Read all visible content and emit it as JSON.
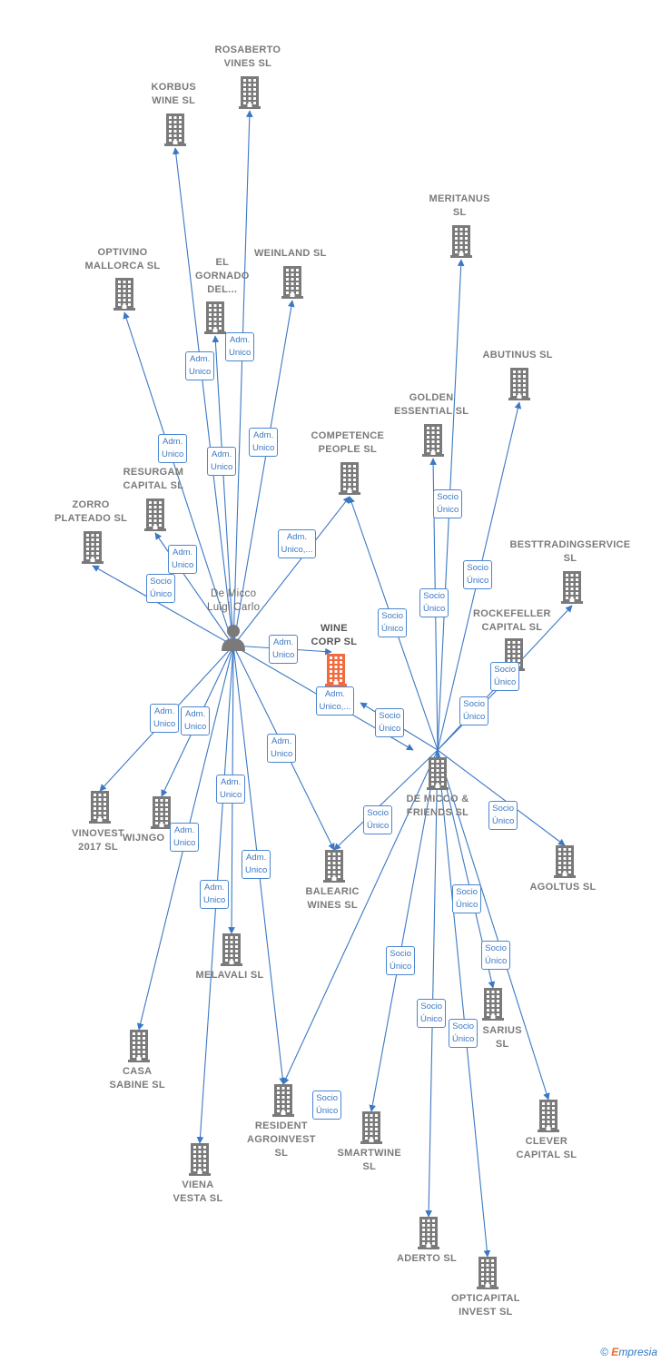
{
  "colors": {
    "edge": "#3b78c4",
    "building": "#7a7a7a",
    "center_building": "#f26a3d",
    "label": "#7a7a7a",
    "tag_border": "#4a86d0"
  },
  "person": {
    "name_line1": "De Micco",
    "name_line2": "Luigi Carlo"
  },
  "center": {
    "line1": "WINE",
    "line2": "CORP SL"
  },
  "companies": {
    "rosaberto": [
      "ROSABERTO",
      "VINES SL"
    ],
    "korbus": [
      "KORBUS",
      "WINE SL"
    ],
    "meritanus": [
      "MERITANUS",
      "SL"
    ],
    "optivino": [
      "OPTIVINO",
      "MALLORCA SL"
    ],
    "elgornado": [
      "EL",
      "GORNADO",
      "DEL..."
    ],
    "weinland": [
      "WEINLAND SL"
    ],
    "abutinus": [
      "ABUTINUS SL"
    ],
    "golden": [
      "GOLDEN",
      "ESSENTIAL SL"
    ],
    "competence": [
      "COMPETENCE",
      "PEOPLE SL"
    ],
    "resurgam": [
      "RESURGAM",
      "CAPITAL SL"
    ],
    "zorro": [
      "ZORRO",
      "PLATEADO SL"
    ],
    "besttrading": [
      "BESTTRADINGSERVICE",
      "SL"
    ],
    "rockefeller": [
      "ROCKEFELLER",
      "CAPITAL SL"
    ],
    "demicco": [
      "DE MICCO &",
      "FRIENDS SL"
    ],
    "vinovest": [
      "VINOVEST",
      "2017 SL"
    ],
    "wijngo": [
      "WIJNGO"
    ],
    "balearic": [
      "BALEARIC",
      "WINES SL"
    ],
    "agoltus": [
      "AGOLTUS SL"
    ],
    "melavali": [
      "MELAVALI SL"
    ],
    "sarius": [
      "SARIUS",
      "SL"
    ],
    "casa": [
      "CASA",
      "SABINE SL"
    ],
    "clever": [
      "CLEVER",
      "CAPITAL SL"
    ],
    "resident": [
      "RESIDENT",
      "AGROINVEST",
      "SL"
    ],
    "smartwine": [
      "SMARTWINE",
      "SL"
    ],
    "viena": [
      "VIENA",
      "VESTA SL"
    ],
    "aderto": [
      "ADERTO SL"
    ],
    "opticapital": [
      "OPTICAPITAL",
      "INVEST SL"
    ]
  },
  "tags": {
    "adm_unico": [
      "Adm.",
      "Unico"
    ],
    "adm_unico_ellipsis": [
      "Adm.",
      "Unico,..."
    ],
    "socio_unico": [
      "Socio",
      "Único"
    ]
  },
  "footer": {
    "copyright": "©",
    "brand_first": "E",
    "brand_rest": "mpresia"
  }
}
